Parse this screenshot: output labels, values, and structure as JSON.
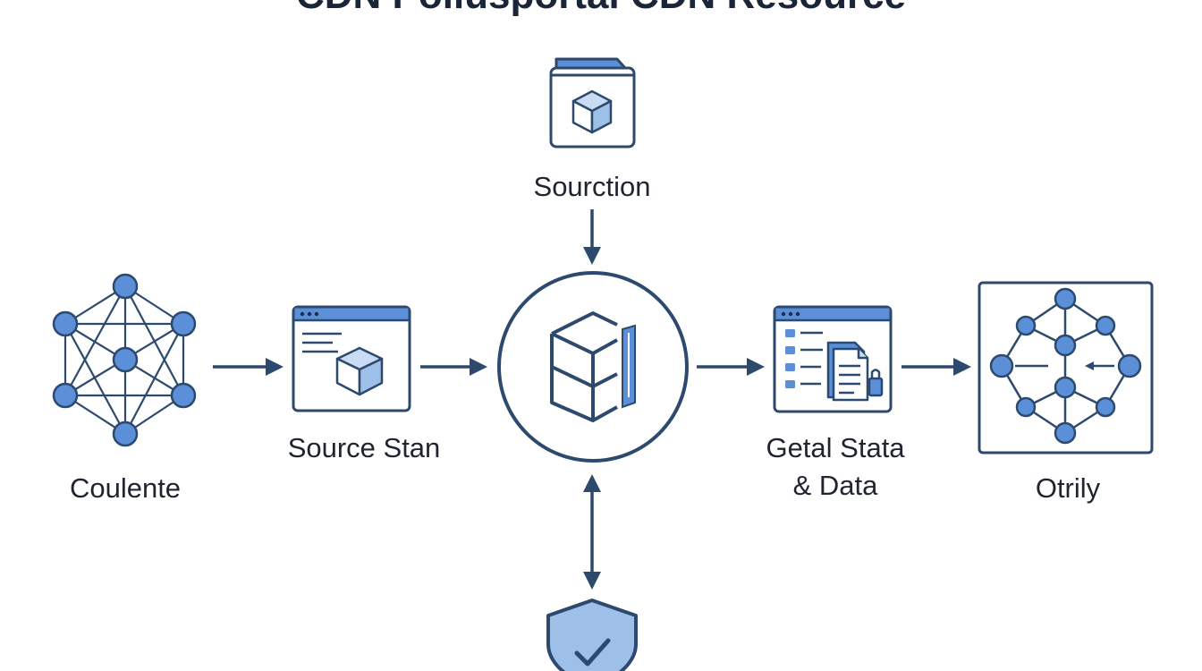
{
  "diagram": {
    "title": "CDN Pollusportal CDN Resource",
    "nodes": {
      "coulente": {
        "label": "Coulente",
        "icon": "network-mesh-icon"
      },
      "source_stan": {
        "label": "Source Stan",
        "icon": "browser-window-cube-icon"
      },
      "sourction": {
        "label": "Sourction",
        "icon": "folder-cube-icon"
      },
      "hub": {
        "label": "",
        "icon": "cube-circle-icon"
      },
      "getal_stata": {
        "label_line1": "Getal Stata",
        "label_line2": "& Data",
        "icon": "window-document-list-icon"
      },
      "otrily": {
        "label": "Otrily",
        "icon": "network-graph-icon"
      },
      "security": {
        "label": "",
        "icon": "shield-check-icon"
      }
    },
    "edges": [
      {
        "from": "coulente",
        "to": "source_stan",
        "type": "arrow"
      },
      {
        "from": "source_stan",
        "to": "hub",
        "type": "arrow"
      },
      {
        "from": "sourction",
        "to": "hub",
        "type": "arrow"
      },
      {
        "from": "hub",
        "to": "getal_stata",
        "type": "arrow"
      },
      {
        "from": "getal_stata",
        "to": "otrily",
        "type": "arrow"
      },
      {
        "from": "hub",
        "to": "security",
        "type": "bidirectional"
      }
    ]
  },
  "colors": {
    "stroke": "#2d4a6e",
    "accent": "#5b8fd8",
    "accent_light": "#c9dcf3",
    "text": "#1f2430"
  }
}
